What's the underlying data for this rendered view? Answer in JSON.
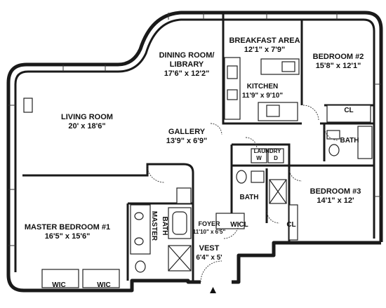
{
  "rooms": {
    "breakfast_area": {
      "name": "BREAKFAST AREA",
      "dim": "12'1\" x 7'9\""
    },
    "dining_room": {
      "name1": "DINING ROOM/",
      "name2": "LIBRARY",
      "dim": "17'6\" x 12'2\""
    },
    "kitchen": {
      "name": "KITCHEN",
      "dim": "11'9\" x 9'10\""
    },
    "bedroom2": {
      "name": "BEDROOM #2",
      "dim": "15'8\" x 12'1\""
    },
    "living_room": {
      "name": "LIVING ROOM",
      "dim": "20' x 18'6\""
    },
    "gallery": {
      "name": "GALLERY",
      "dim": "13'9\" x 6'9\""
    },
    "bedroom3": {
      "name": "BEDROOM #3",
      "dim": "14'1\" x 12'"
    },
    "master_bedroom": {
      "name": "MASTER BEDROOM #1",
      "dim": "16'5\" x 15'6\""
    },
    "foyer": {
      "name": "FOYER",
      "dim": "11'10\" x 6'5\""
    },
    "vest": {
      "name": "VEST",
      "dim": "6'4\" x 5'"
    }
  },
  "labels": {
    "cl_bedroom2": "CL",
    "cl_bedroom3": "CL",
    "bath_bedroom2": "BATH",
    "bath_center": "BATH",
    "laundry": "LAUNDRY",
    "washer": "W",
    "dryer": "D",
    "wicl_foyer": "WICL",
    "master_bath_1": "MASTER",
    "master_bath_2": "BATH",
    "wic_left": "WIC",
    "wic_right": "WIC"
  }
}
